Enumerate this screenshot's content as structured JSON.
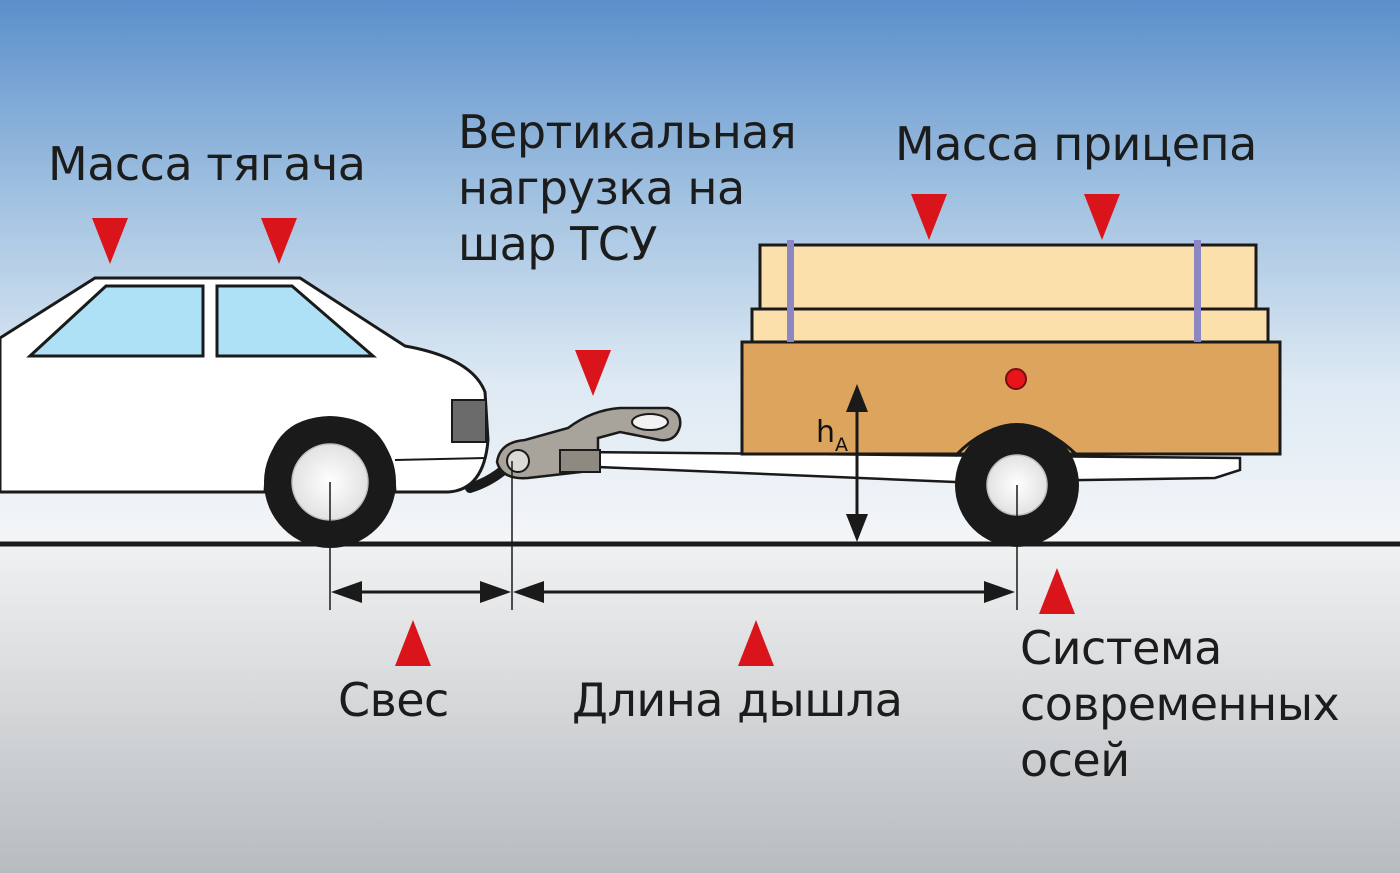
{
  "labels": {
    "tractor_mass": "Масса тягача",
    "vertical_load": [
      "Вертикальная",
      "нагрузка на",
      "шар ТСУ"
    ],
    "trailer_mass": "Масса прицепа",
    "overhang": "Свес",
    "drawbar_length": "Длина дышла",
    "axle_system": [
      "Система",
      "современных",
      "осей"
    ],
    "height_symbol": "h",
    "height_subscript": "A"
  },
  "colors": {
    "sky_top": "#5b8fcb",
    "sky_mid": "#dde9f3",
    "ground": "#f4f6f8",
    "road_bottom": "#b8bcbf",
    "arrow_red": "#d9151b",
    "car_body": "#ffffff",
    "car_window": "#aee0f6",
    "trailer_body": "#dca45c",
    "cargo": "#fbe0ac",
    "strap": "#8c86c4",
    "hitch": "#a8a49c",
    "outline": "#1a1a1a"
  },
  "icons": {
    "load_pointer": "red-triangle-down-icon",
    "dimension_pointer": "red-triangle-up-icon"
  }
}
